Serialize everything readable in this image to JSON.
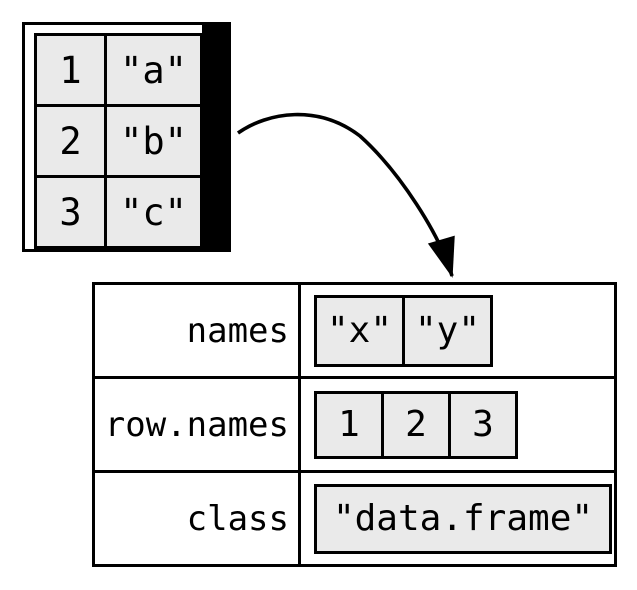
{
  "object_table": {
    "description": "data frame cell grid",
    "rows": [
      {
        "c0": "1",
        "c1": "\"a\""
      },
      {
        "c0": "2",
        "c1": "\"b\""
      },
      {
        "c0": "3",
        "c1": "\"c\""
      }
    ]
  },
  "attributes_table": {
    "rows": [
      {
        "label": "names",
        "values": [
          "\"x\"",
          "\"y\""
        ]
      },
      {
        "label": "row.names",
        "values": [
          "1",
          "2",
          "3"
        ]
      },
      {
        "label": "class",
        "values": [
          "\"data.frame\""
        ]
      }
    ]
  },
  "colors": {
    "stroke": "#000000",
    "cell_fill": "#eaeaea",
    "background": "#ffffff"
  }
}
